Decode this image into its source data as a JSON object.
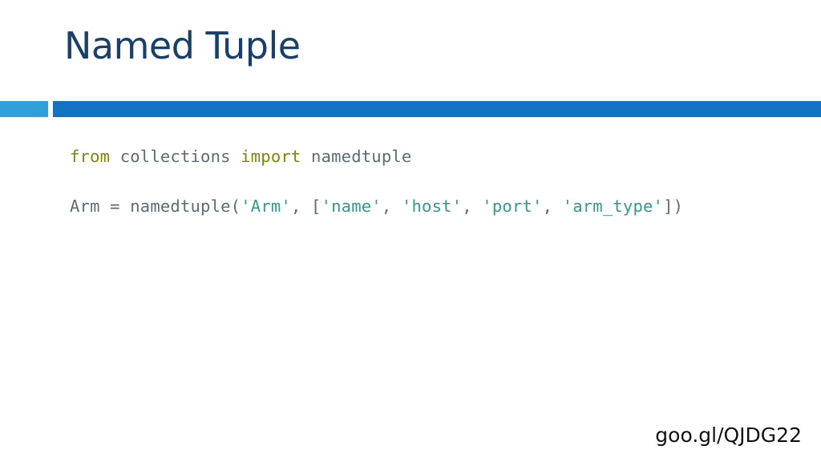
{
  "slide": {
    "title": "Named Tuple",
    "footer_link": "goo.gl/QJDG22"
  },
  "code": {
    "line1": {
      "kw_from": "from",
      "module": " collections ",
      "kw_import": "import",
      "name": " namedtuple"
    },
    "line2": {
      "prefix": "Arm = namedtuple(",
      "s_arm": "'Arm'",
      "sep1": ", [",
      "s_name": "'name'",
      "sep2": ", ",
      "s_host": "'host'",
      "sep3": ", ",
      "s_port": "'port'",
      "sep4": ", ",
      "s_arm_type": "'arm_type'",
      "suffix": "])"
    }
  },
  "colors": {
    "title": "#17406d",
    "accent_bar_light": "#2fa0d9",
    "accent_bar_dark": "#1372c2",
    "code_keyword": "#7c8b00",
    "code_string": "#2a9d8f",
    "code_text": "#586e75"
  }
}
